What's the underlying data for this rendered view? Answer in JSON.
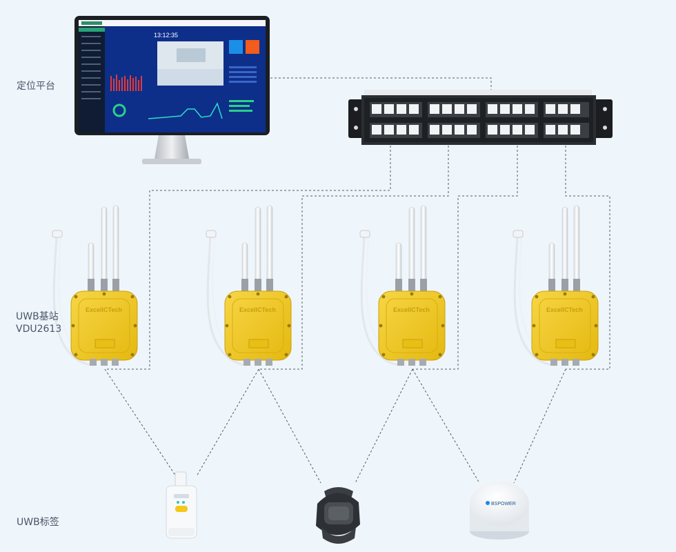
{
  "labels": {
    "platform": "定位平台",
    "station_line1": "UWB基站",
    "station_line2": "VDU2613",
    "tags": "UWB标签"
  },
  "monitor": {
    "clock": "13:12:35"
  },
  "brands": {
    "station_logo": "ExcellCTech",
    "beacon_logo": "BSPOWER"
  },
  "colors": {
    "background": "#eef5fb",
    "connector": "#555a60",
    "station_yellow": "#f2c81c",
    "screen_blue": "#0d2f8a",
    "screen_sidebar": "#0f1c33"
  },
  "icons": [
    "monitor-icon",
    "network-switch-icon",
    "uwb-base-station-icon",
    "card-tag-icon",
    "wristband-tag-icon",
    "beacon-tag-icon"
  ]
}
